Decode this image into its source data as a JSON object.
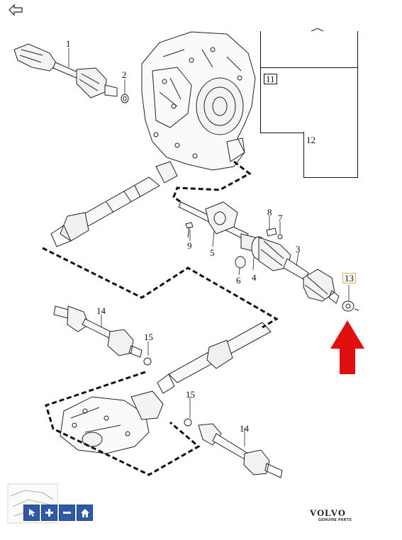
{
  "labels": {
    "p1": "1",
    "p2": "2",
    "p3": "3",
    "p4": "4",
    "p5": "5",
    "p6": "6",
    "p7": "7",
    "p8": "8",
    "p9": "9",
    "p11": "11",
    "p12": "12",
    "p13": "13",
    "p14a": "14",
    "p14b": "14",
    "p15a": "15",
    "p15b": "15"
  },
  "brand": {
    "name": "VOLVO",
    "tagline": "GENUINE PARTS"
  },
  "colors": {
    "highlight_arrow": "#e01010",
    "zoom_button": "#2f5aa8"
  },
  "icons": {
    "back": "back-arrow-icon",
    "select": "cursor-icon",
    "zoom_in": "plus-icon",
    "zoom_out": "minus-icon",
    "home": "home-icon"
  }
}
